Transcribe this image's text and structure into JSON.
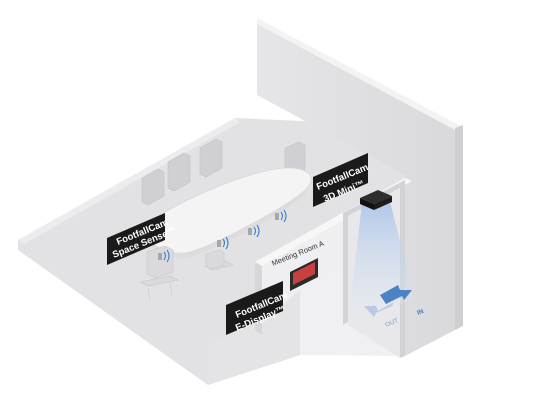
{
  "labels": {
    "space_sense_line1": "FootfallCam",
    "space_sense_line2": "Space Sense™",
    "mini3d_line1": "FootfallCam",
    "mini3d_line2": "3D Mini™",
    "edisplay_line1": "FootfallCam",
    "edisplay_line2": "E-Display™"
  },
  "room_sign": "Meeting Room A",
  "directions": {
    "out": "OUT",
    "in": "IN"
  },
  "colors": {
    "label_bg": "#1a1a1a",
    "wall_light": "#ebebed",
    "floor": "#dedee0",
    "beam": "#bcd0ea",
    "arrow_in": "#4c82c6",
    "arrow_out": "#b8cbe5",
    "wave": "#3a7fd0"
  }
}
